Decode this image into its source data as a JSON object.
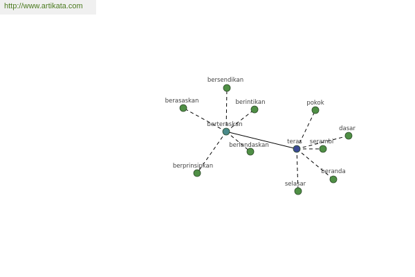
{
  "header": {
    "url": "http://www.artikata.com"
  },
  "colors": {
    "leaf": "#4f8f45",
    "stroke": "#2c4a28",
    "hub_teras": "#3a4a94",
    "hub_berteraskan": "#4a8a8a",
    "edge": "#000000"
  },
  "graph": {
    "nodes": [
      {
        "id": "teras",
        "label": "teras",
        "kind": "hub_teras"
      },
      {
        "id": "berteraskan",
        "label": "berteraskan",
        "kind": "hub_berteraskan"
      },
      {
        "id": "bersendikan",
        "label": "bersendikan",
        "kind": "leaf"
      },
      {
        "id": "berasaskan",
        "label": "berasaskan",
        "kind": "leaf"
      },
      {
        "id": "berintikan",
        "label": "berintikan",
        "kind": "leaf"
      },
      {
        "id": "berlandaskan",
        "label": "berlandaskan",
        "kind": "leaf"
      },
      {
        "id": "berprinsipkan",
        "label": "berprinsipkan",
        "kind": "leaf"
      },
      {
        "id": "pokok",
        "label": "pokok",
        "kind": "leaf"
      },
      {
        "id": "dasar",
        "label": "dasar",
        "kind": "leaf"
      },
      {
        "id": "serambi",
        "label": "serambi",
        "kind": "leaf"
      },
      {
        "id": "beranda",
        "label": "beranda",
        "kind": "leaf"
      },
      {
        "id": "selasar",
        "label": "selasar",
        "kind": "leaf"
      }
    ],
    "edges": [
      {
        "from": "berteraskan",
        "to": "teras",
        "style": "solid"
      },
      {
        "from": "berteraskan",
        "to": "bersendikan",
        "style": "dashed"
      },
      {
        "from": "berteraskan",
        "to": "berasaskan",
        "style": "dashed"
      },
      {
        "from": "berteraskan",
        "to": "berintikan",
        "style": "dashed"
      },
      {
        "from": "berteraskan",
        "to": "berlandaskan",
        "style": "dashed"
      },
      {
        "from": "berteraskan",
        "to": "berprinsipkan",
        "style": "dashed"
      },
      {
        "from": "teras",
        "to": "pokok",
        "style": "dashed"
      },
      {
        "from": "teras",
        "to": "dasar",
        "style": "dashed"
      },
      {
        "from": "teras",
        "to": "serambi",
        "style": "dashed"
      },
      {
        "from": "teras",
        "to": "beranda",
        "style": "dashed"
      },
      {
        "from": "teras",
        "to": "selasar",
        "style": "dashed"
      }
    ]
  }
}
